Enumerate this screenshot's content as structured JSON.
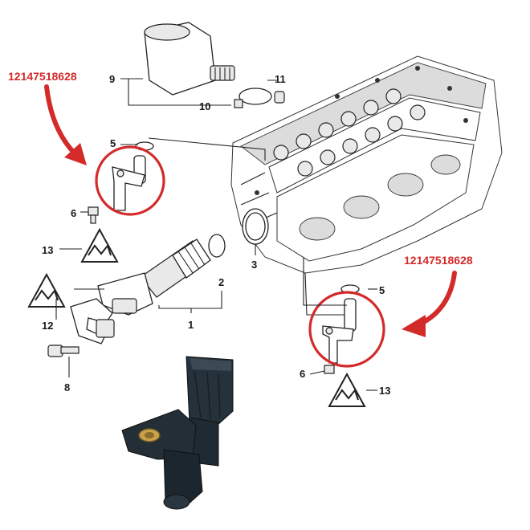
{
  "part_number_left": "12147518628",
  "part_number_right": "12147518628",
  "callouts": {
    "n1": "1",
    "n2": "2",
    "n3": "3",
    "n5a": "5",
    "n5b": "5",
    "n6a": "6",
    "n6b": "6",
    "n8": "8",
    "n9": "9",
    "n10": "10",
    "n11": "11",
    "n12": "12",
    "n13a": "13",
    "n13b": "13"
  },
  "colors": {
    "highlight": "#d32a2a",
    "line": "#222222",
    "sensor_body": "#1f2a33",
    "brass_insert": "#c8a24a"
  },
  "icons": [
    "torque-warning-icon",
    "sensor-photo"
  ]
}
